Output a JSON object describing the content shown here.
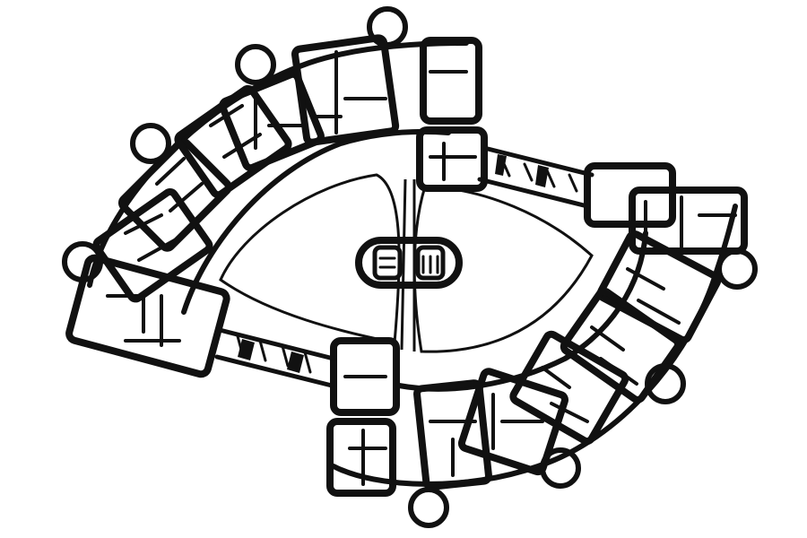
{
  "drawing": {
    "type": "architectural floor plan",
    "ink_color": "#111111",
    "background_color": "#ffffff",
    "elements": {
      "wings": 2,
      "courtyard_lobes": 2,
      "central_fixture": 1,
      "bridges": 2
    }
  }
}
